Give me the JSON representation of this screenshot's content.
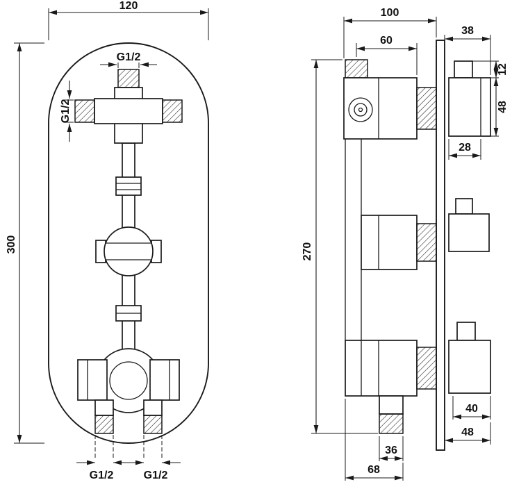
{
  "front_view": {
    "width": "120",
    "height": "300",
    "thread_top": "G1/2",
    "thread_side": "G1/2",
    "outlet_left": "G1/2",
    "outlet_right": "G1/2"
  },
  "side_view": {
    "depth_total": "100",
    "inlet_offset": "60",
    "handle_protrusion": "38",
    "stem_height": "12",
    "handle_height": "48",
    "handle_grip": "28",
    "valve_height": "270",
    "bottom_handle_width": "40",
    "bottom_handle_protrusion": "48",
    "outlet_width": "36",
    "outlet_depth": "68"
  },
  "colors": {
    "line": "#1a1a1a",
    "background": "#ffffff"
  }
}
